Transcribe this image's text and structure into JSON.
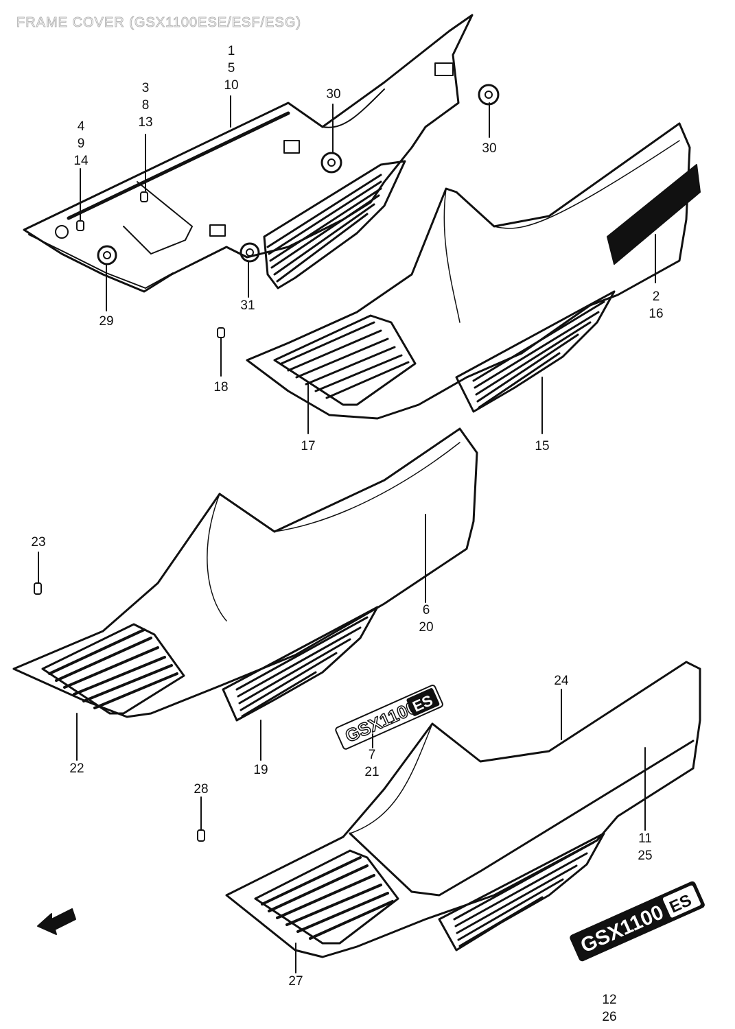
{
  "title": "FRAME COVER (GSX1100ESE/ESF/ESG)",
  "emblem_text": {
    "top": "GSX1100",
    "top_suffix": "ES",
    "bottom": "GSX1100",
    "bottom_suffix": "ES"
  },
  "callouts": [
    {
      "id": "c1",
      "lines": [
        "1",
        "5",
        "10"
      ]
    },
    {
      "id": "c2",
      "lines": [
        "3",
        "8",
        "13"
      ]
    },
    {
      "id": "c3",
      "lines": [
        "4",
        "9",
        "14"
      ]
    },
    {
      "id": "c4",
      "lines": [
        "30"
      ]
    },
    {
      "id": "c5",
      "lines": [
        "30"
      ]
    },
    {
      "id": "c6",
      "lines": [
        "29"
      ]
    },
    {
      "id": "c7",
      "lines": [
        "31"
      ]
    },
    {
      "id": "c8",
      "lines": [
        "2",
        "16"
      ]
    },
    {
      "id": "c9",
      "lines": [
        "18"
      ]
    },
    {
      "id": "c10",
      "lines": [
        "17"
      ]
    },
    {
      "id": "c11",
      "lines": [
        "15"
      ]
    },
    {
      "id": "c12",
      "lines": [
        "23"
      ]
    },
    {
      "id": "c13",
      "lines": [
        "6",
        "20"
      ]
    },
    {
      "id": "c14",
      "lines": [
        "24"
      ]
    },
    {
      "id": "c15",
      "lines": [
        "7",
        "21"
      ]
    },
    {
      "id": "c16",
      "lines": [
        "22"
      ]
    },
    {
      "id": "c17",
      "lines": [
        "19"
      ]
    },
    {
      "id": "c18",
      "lines": [
        "28"
      ]
    },
    {
      "id": "c19",
      "lines": [
        "11",
        "25"
      ]
    },
    {
      "id": "c20",
      "lines": [
        "27"
      ]
    },
    {
      "id": "c21",
      "lines": [
        "12",
        "26"
      ]
    }
  ]
}
